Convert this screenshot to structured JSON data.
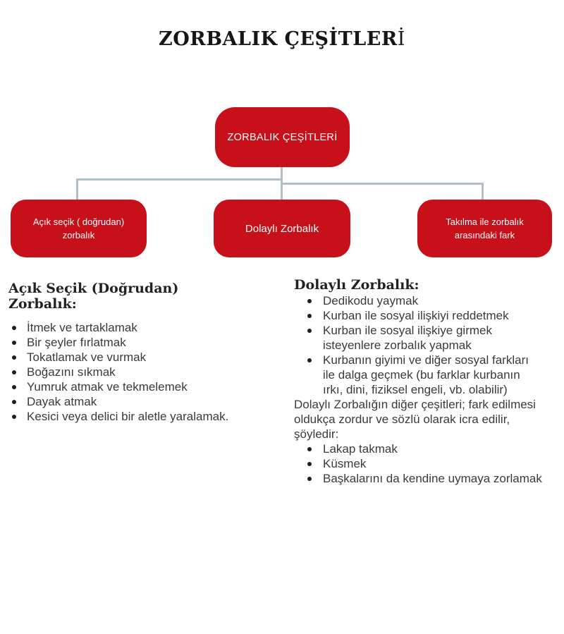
{
  "header": {
    "title_main": "ZORBALIK ÇEŞİTLER",
    "title_suffix": "İ"
  },
  "colors": {
    "node_fill": "#c8101b",
    "node_text": "#ffffff",
    "connector": "#b2bfc5",
    "heading_text": "#222222",
    "body_text": "#3a3a3a"
  },
  "diagram": {
    "root_label": "ZORBALIK ÇEŞİTLERİ",
    "children": [
      {
        "label": "Açık seçik ( doğrudan) zorbalık"
      },
      {
        "label": "Dolaylı Zorbalık"
      },
      {
        "label": "Takılma ile zorbalık arasındaki fark"
      }
    ]
  },
  "sections": {
    "left": {
      "heading": "Açık Seçik (Doğrudan) Zorbalık:",
      "items": [
        "İtmek ve tartaklamak",
        "Bir şeyler fırlatmak",
        "Tokatlamak ve vurmak",
        "Boğazını sıkmak",
        "Yumruk atmak ve tekmelemek",
        "Dayak atmak",
        "Kesici veya delici bir aletle yaralamak."
      ]
    },
    "right": {
      "heading": "Dolaylı Zorbalık:",
      "items": [
        "Dedikodu yaymak",
        "Kurban ile sosyal ilişkiyi reddetmek",
        "Kurban ile sosyal ilişkiye girmek isteyenlere zorbalık yapmak",
        "Kurbanın giyimi ve diğer sosyal farkları ile dalga geçmek (bu farklar kurbanın ırkı, dini, fiziksel engeli, vb. olabilir)"
      ],
      "paragraph": "Dolaylı Zorbalığın diğer çeşitleri; fark edilmesi oldukça zordur ve sözlü olarak icra edilir, şöyledir:",
      "items2": [
        "Lakap takmak",
        "Küsmek",
        "Başkalarını da kendine uymaya zorlamak"
      ]
    }
  }
}
